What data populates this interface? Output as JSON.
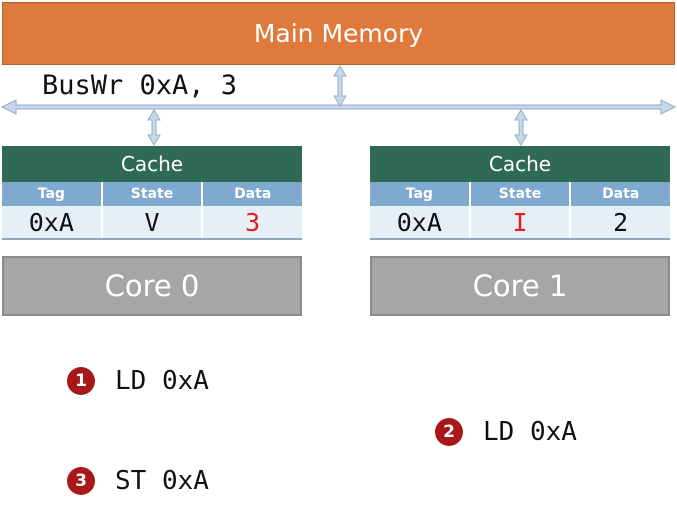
{
  "main_memory": {
    "label": "Main Memory"
  },
  "bus": {
    "label": "BusWr 0xA, 3"
  },
  "caches": [
    {
      "title": "Cache",
      "headers": [
        "Tag",
        "State",
        "Data"
      ],
      "row": {
        "tag": "0xA",
        "state": "V",
        "data": "3"
      },
      "highlight": "data"
    },
    {
      "title": "Cache",
      "headers": [
        "Tag",
        "State",
        "Data"
      ],
      "row": {
        "tag": "0xA",
        "state": "I",
        "data": "2"
      },
      "highlight": "state"
    }
  ],
  "cores": [
    {
      "label": "Core 0"
    },
    {
      "label": "Core 1"
    }
  ],
  "steps": [
    {
      "number": "1",
      "instruction": "LD 0xA"
    },
    {
      "number": "2",
      "instruction": "LD 0xA"
    },
    {
      "number": "3",
      "instruction": "ST 0xA"
    }
  ],
  "colors": {
    "memory": "#E07A3C",
    "cache_title": "#2F6A57",
    "cache_header": "#7FA9CF",
    "core": "#A6A6A6",
    "bus": "#9DB8D4",
    "highlight": "#E02020",
    "badge": "#A81818"
  }
}
